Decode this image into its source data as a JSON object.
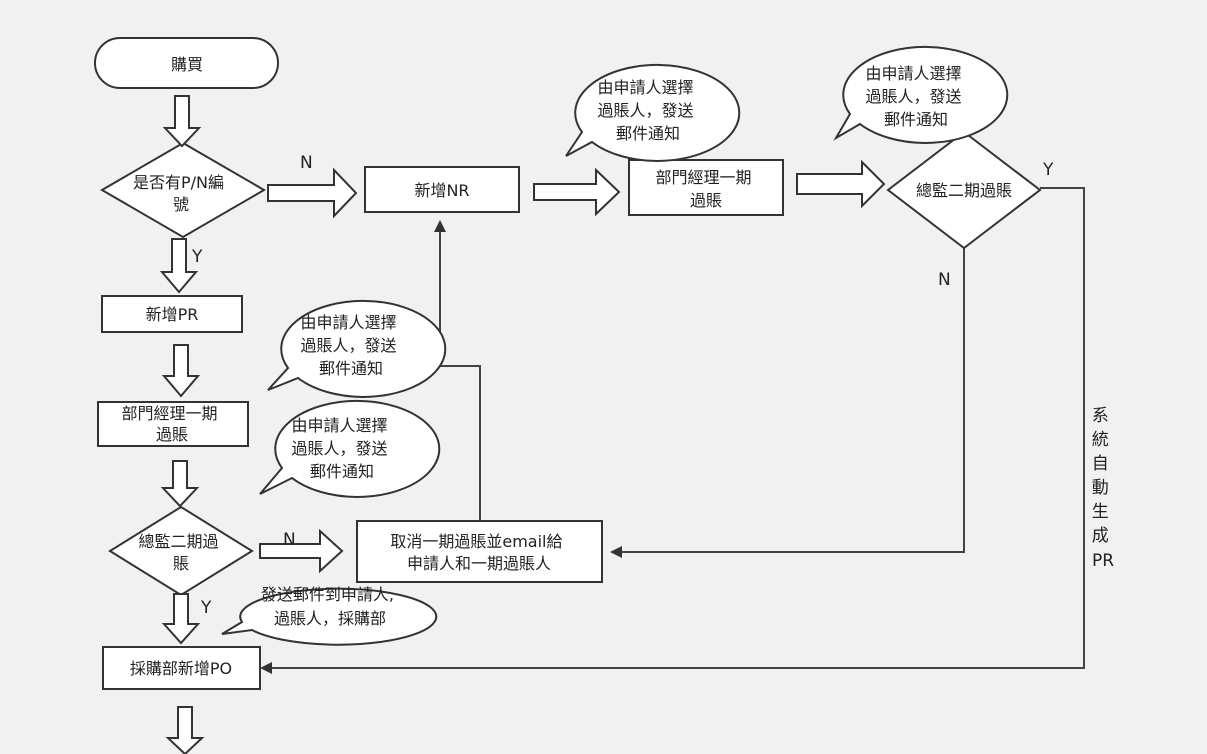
{
  "nodes": {
    "purchase": [
      "購買"
    ],
    "has_pn": [
      "是否有P/N編",
      "號"
    ],
    "add_pr": [
      "新增PR"
    ],
    "dept_mgr_left": [
      "部門經理一期",
      "過賬"
    ],
    "director_left": [
      "總監二期過",
      "賬"
    ],
    "purchasing_po": [
      "採購部新增PO"
    ],
    "add_nr": [
      "新增NR"
    ],
    "dept_mgr_top": [
      "部門經理一期",
      "過賬"
    ],
    "director_top": [
      "總監二期過賬"
    ],
    "cancel": [
      "取消一期過賬並email給",
      "申請人和一期過賬人"
    ]
  },
  "bubbles": {
    "select_approver": [
      "由申請人選擇",
      "過賬人，發送",
      "郵件通知"
    ],
    "notify_all": [
      "發送郵件到申請人,",
      "過賬人，採購部"
    ]
  },
  "labels": {
    "yes": "Y",
    "no": "N",
    "auto_pr": [
      "系",
      "統",
      "自",
      "動",
      "生",
      "成",
      "PR"
    ]
  }
}
